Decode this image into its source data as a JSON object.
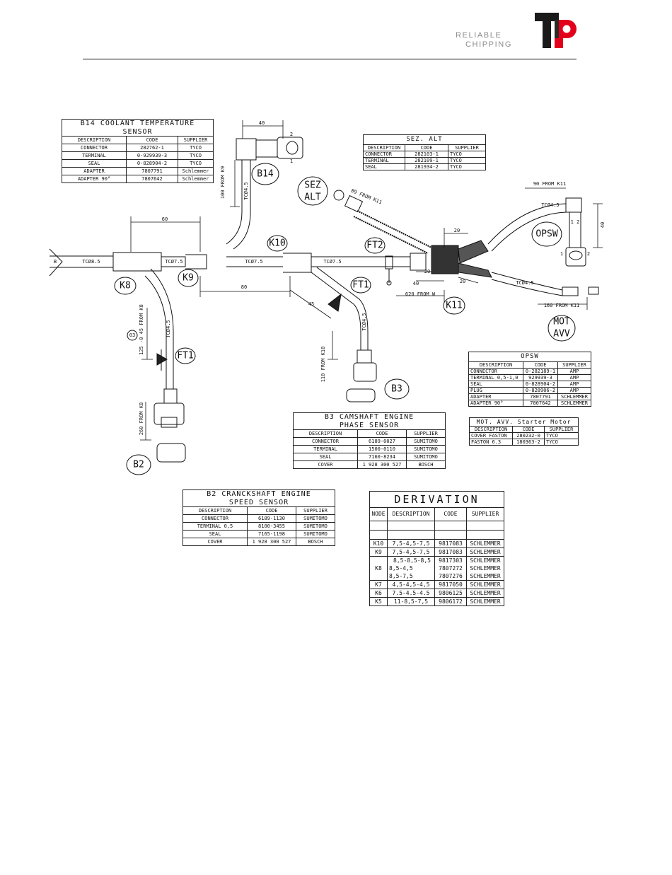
{
  "header": {
    "brand_line1": "RELIABLE",
    "brand_line2": "CHIPPING",
    "logo_colors": {
      "dark": "#1a1a1a",
      "red": "#e3001b",
      "grey": "#8c8c8c"
    }
  },
  "diagram_labels": {
    "b14": "B14",
    "sez_alt_1": "SEZ",
    "sez_alt_2": "ALT",
    "opsw": "OPSW",
    "k8": "K8",
    "k9": "K9",
    "k10": "K10",
    "ft2": "FT2",
    "ft1a": "FT1",
    "ft1b": "FT1",
    "k11": "K11",
    "mot_1": "MOT",
    "mot_2": "AVV",
    "b3": "B3",
    "b2": "B2",
    "dim_40_top": "40",
    "dim_40_right": "40",
    "dim_60": "60",
    "dim_80": "80",
    "dim_20a": "20",
    "dim_20b": "20",
    "dim_20c": "20",
    "dim_40_mid": "40",
    "dim_45": "45",
    "from_k9": "100 FROM K9",
    "from_k11_89": "89 FROM K11",
    "from_k11_90": "90 FROM K11",
    "from_w": "620 FROM W",
    "from_k11_160": "160 FROM K11",
    "from_k10": "110 FROM K10",
    "from_k8_125": "125 -0 45 FROM K8",
    "from_k8_260": "260 FROM K8",
    "mark_03": "03",
    "wire_b": "B",
    "tc_85": "TCØ8.5",
    "tc_75a": "TCØ7.5",
    "tc_75b": "TCØ7.5",
    "tc_75c": "TCØ7.5",
    "tc_45_b14": "TCØ4.5",
    "tc_45_opsw": "TCØ4.5",
    "tc_45_mot": "TCØ4.5",
    "tc_45_b3": "TCØ4.5",
    "tc_45_b2": "TCØ4.5",
    "pin_1": "1",
    "pin_2": "2",
    "pin_1b": "1",
    "pin_2b": "2",
    "conn_12": "1 2"
  },
  "tables": {
    "b14": {
      "title1": "B14 COOLANT TEMPERATURE",
      "title2": "SENSOR",
      "headers": [
        "DESCRIPTION",
        "CODE",
        "SUPPLIER"
      ],
      "rows": [
        [
          "CONNECTOR",
          "282762-1",
          "TYCO"
        ],
        [
          "TERMINAL",
          "0-929939-3",
          "TYCO"
        ],
        [
          "SEAL",
          "0-828904-2",
          "TYCO"
        ],
        [
          "ADAPTER",
          "7807791",
          "Schlemmer"
        ],
        [
          "ADAPTER 90°",
          "7807642",
          "Schlemmer"
        ]
      ]
    },
    "sez": {
      "title": "SEZ. ALT",
      "headers": [
        "DESCRIPTION",
        "CODE",
        "SUPPLIER"
      ],
      "rows": [
        [
          "CONNECTOR",
          "282103-1",
          "TYCO"
        ],
        [
          "TERMINAL",
          "282109-1",
          "TYCO"
        ],
        [
          "SEAL",
          "281934-2",
          "TYCO"
        ]
      ]
    },
    "opsw": {
      "title": "OPSW",
      "headers": [
        "DESCRIPTION",
        "CODE",
        "SUPPLIER"
      ],
      "rows": [
        [
          "CONNECTOR",
          "0-282189-1",
          "AMP"
        ],
        [
          "TERMINAL 0,5-1,0",
          "929939-3",
          "AMP"
        ],
        [
          "SEAL",
          "0-828904-2",
          "AMP"
        ],
        [
          "PLUG",
          "0-828906-2",
          "AMP"
        ],
        [
          "ADAPTER",
          "7807791",
          "SCHLEMMER"
        ],
        [
          "ADAPTER 90°",
          "7807642",
          "SCHLEMMER"
        ]
      ]
    },
    "mot": {
      "title": "MOT. AVV.  Starter Motor",
      "headers": [
        "DESCRIPTION",
        "CODE",
        "SUPPLIER"
      ],
      "rows": [
        [
          "COVER FASTON",
          "280232-0",
          "TYCO"
        ],
        [
          "FASTON 6.3",
          "180363-2",
          "TYCO"
        ]
      ]
    },
    "b3": {
      "title1": "B3 CAMSHAFT ENGINE",
      "title2": "PHASE SENSOR",
      "headers": [
        "DESCRIPTION",
        "CODE",
        "SUPPLIER"
      ],
      "rows": [
        [
          "CONNECTOR",
          "6189-0027",
          "SUMITOMO"
        ],
        [
          "TERMINAL",
          "1500-0110",
          "SUMITOMO"
        ],
        [
          "SEAL",
          "7160-8234",
          "SUMITOMO"
        ],
        [
          "COVER",
          "1 928 300 527",
          "BOSCH"
        ]
      ]
    },
    "b2": {
      "title1": "B2 CRANCKSHAFT ENGINE",
      "title2": "SPEED SENSOR",
      "headers": [
        "DESCRIPTION",
        "CODE",
        "SUPPLIER"
      ],
      "rows": [
        [
          "CONNECTOR",
          "6189-1130",
          "SUMITOMO"
        ],
        [
          "TERMINAL 0,5",
          "8100-3455",
          "SUMITOMO"
        ],
        [
          "SEAL",
          "7165-1198",
          "SUMITOMO"
        ],
        [
          "COVER",
          "1 928 300 527",
          "BOSCH"
        ]
      ]
    },
    "derivation": {
      "title": "DERIVATION",
      "headers": [
        "NODE",
        "DESCRIPTION",
        "CODE",
        "SUPPLIER"
      ],
      "rows": [
        {
          "node": "K10",
          "desc": [
            "7,5-4,5-7,5"
          ],
          "code": [
            "9817083"
          ],
          "supplier": [
            "SCHLEMMER"
          ]
        },
        {
          "node": "K9",
          "desc": [
            "7,5-4,5-7,5"
          ],
          "code": [
            "9817083"
          ],
          "supplier": [
            "SCHLEMMER"
          ]
        },
        {
          "node": "K8",
          "desc": [
            "8,5-8,5-8,5",
            "8,5-4,5",
            "8,5-7,5"
          ],
          "code": [
            "9817303",
            "7807272",
            "7807276"
          ],
          "supplier": [
            "SCHLEMMER",
            "SCHLEMMER",
            "SCHLEMMER"
          ]
        },
        {
          "node": "K7",
          "desc": [
            "4,5-4,5-4,5"
          ],
          "code": [
            "9817050"
          ],
          "supplier": [
            "SCHLEMMER"
          ]
        },
        {
          "node": "K6",
          "desc": [
            "7.5-4.5-4.5"
          ],
          "code": [
            "9806125"
          ],
          "supplier": [
            "SCHLEMMER"
          ]
        },
        {
          "node": "K5",
          "desc": [
            "11-8,5-7,5"
          ],
          "code": [
            "9806172"
          ],
          "supplier": [
            "SCHLEMMER"
          ]
        }
      ]
    }
  }
}
